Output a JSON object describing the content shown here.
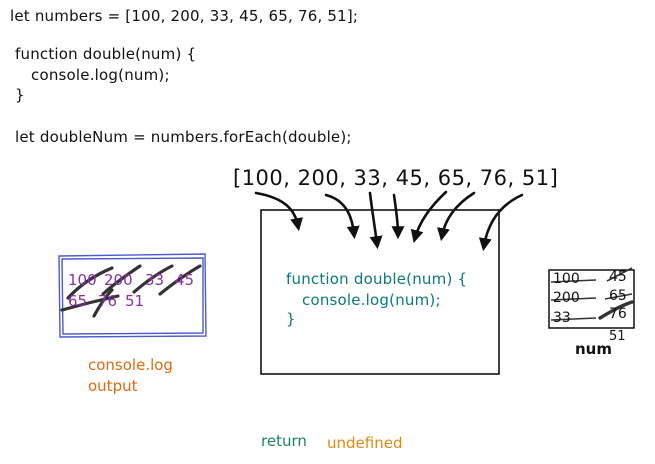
{
  "code": {
    "line1": "let numbers = [100, 200, 33, 45, 65, 76, 51];",
    "fn_line1": "function double(num) {",
    "fn_line2": "console.log(num);",
    "fn_line3": "}",
    "line_foreach": "let doubleNum = numbers.forEach(double);"
  },
  "array_label": "[100, 200, 33, 45, 65, 76, 51]",
  "function_box": {
    "line1": "function double(num) {",
    "line2": "console.log(num);",
    "line3": "}"
  },
  "console_box": {
    "row1": [
      "100",
      "200",
      "33",
      "45"
    ],
    "row2": [
      "65",
      "76",
      "51"
    ],
    "caption_line1": "console.log",
    "caption_line2": "output"
  },
  "num_box": {
    "rows": [
      [
        "100",
        "45"
      ],
      [
        "200",
        "65"
      ],
      [
        "33",
        "76"
      ]
    ],
    "below_value": "51",
    "label": "num"
  },
  "return_label": "return",
  "return_value": "undefined",
  "colors": {
    "console_box_border": "#4a5ccc",
    "console_text": "#8a2fa8",
    "function_text": "#0c7a7a",
    "caption": "#e06a10",
    "return": "#19875a",
    "undefined": "#e08a10"
  }
}
